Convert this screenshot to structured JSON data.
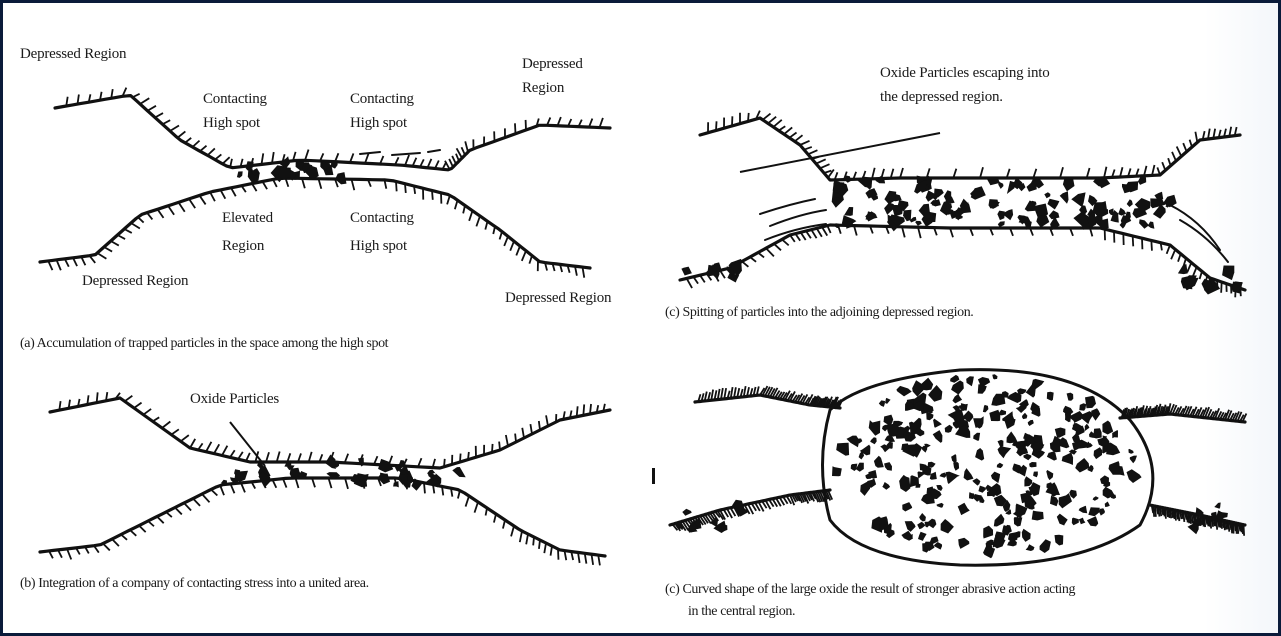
{
  "panel_a": {
    "depressed_top_left": "Depressed  Region",
    "contact_1": [
      "Contacting",
      "High spot"
    ],
    "contact_2": [
      "Contacting",
      "High spot"
    ],
    "depressed_top_right": [
      "Depressed",
      "Region"
    ],
    "elevated": [
      "Elevated",
      "Region"
    ],
    "contact_3": [
      "Contacting",
      "High spot"
    ],
    "depressed_bottom_left": "Depressed Region",
    "depressed_bottom_right": "Depressed Region",
    "caption": "(a) Accumulation of trapped particles in the space among the high spot"
  },
  "panel_b": {
    "label": "Oxide Particles",
    "caption": "(b) Integration of a company of contacting stress into a united area."
  },
  "panel_c1": {
    "label": [
      "Oxide  Particles  escaping  into",
      "the depressed region."
    ],
    "caption": "(c) Spitting of particles into the adjoining depressed region."
  },
  "panel_c2": {
    "caption": [
      "(c) Curved shape of the large oxide the  result of stronger abrasive action acting",
      "in the central region."
    ]
  },
  "colors": {
    "frame": "#0a1b3a",
    "ink": "#111111"
  }
}
